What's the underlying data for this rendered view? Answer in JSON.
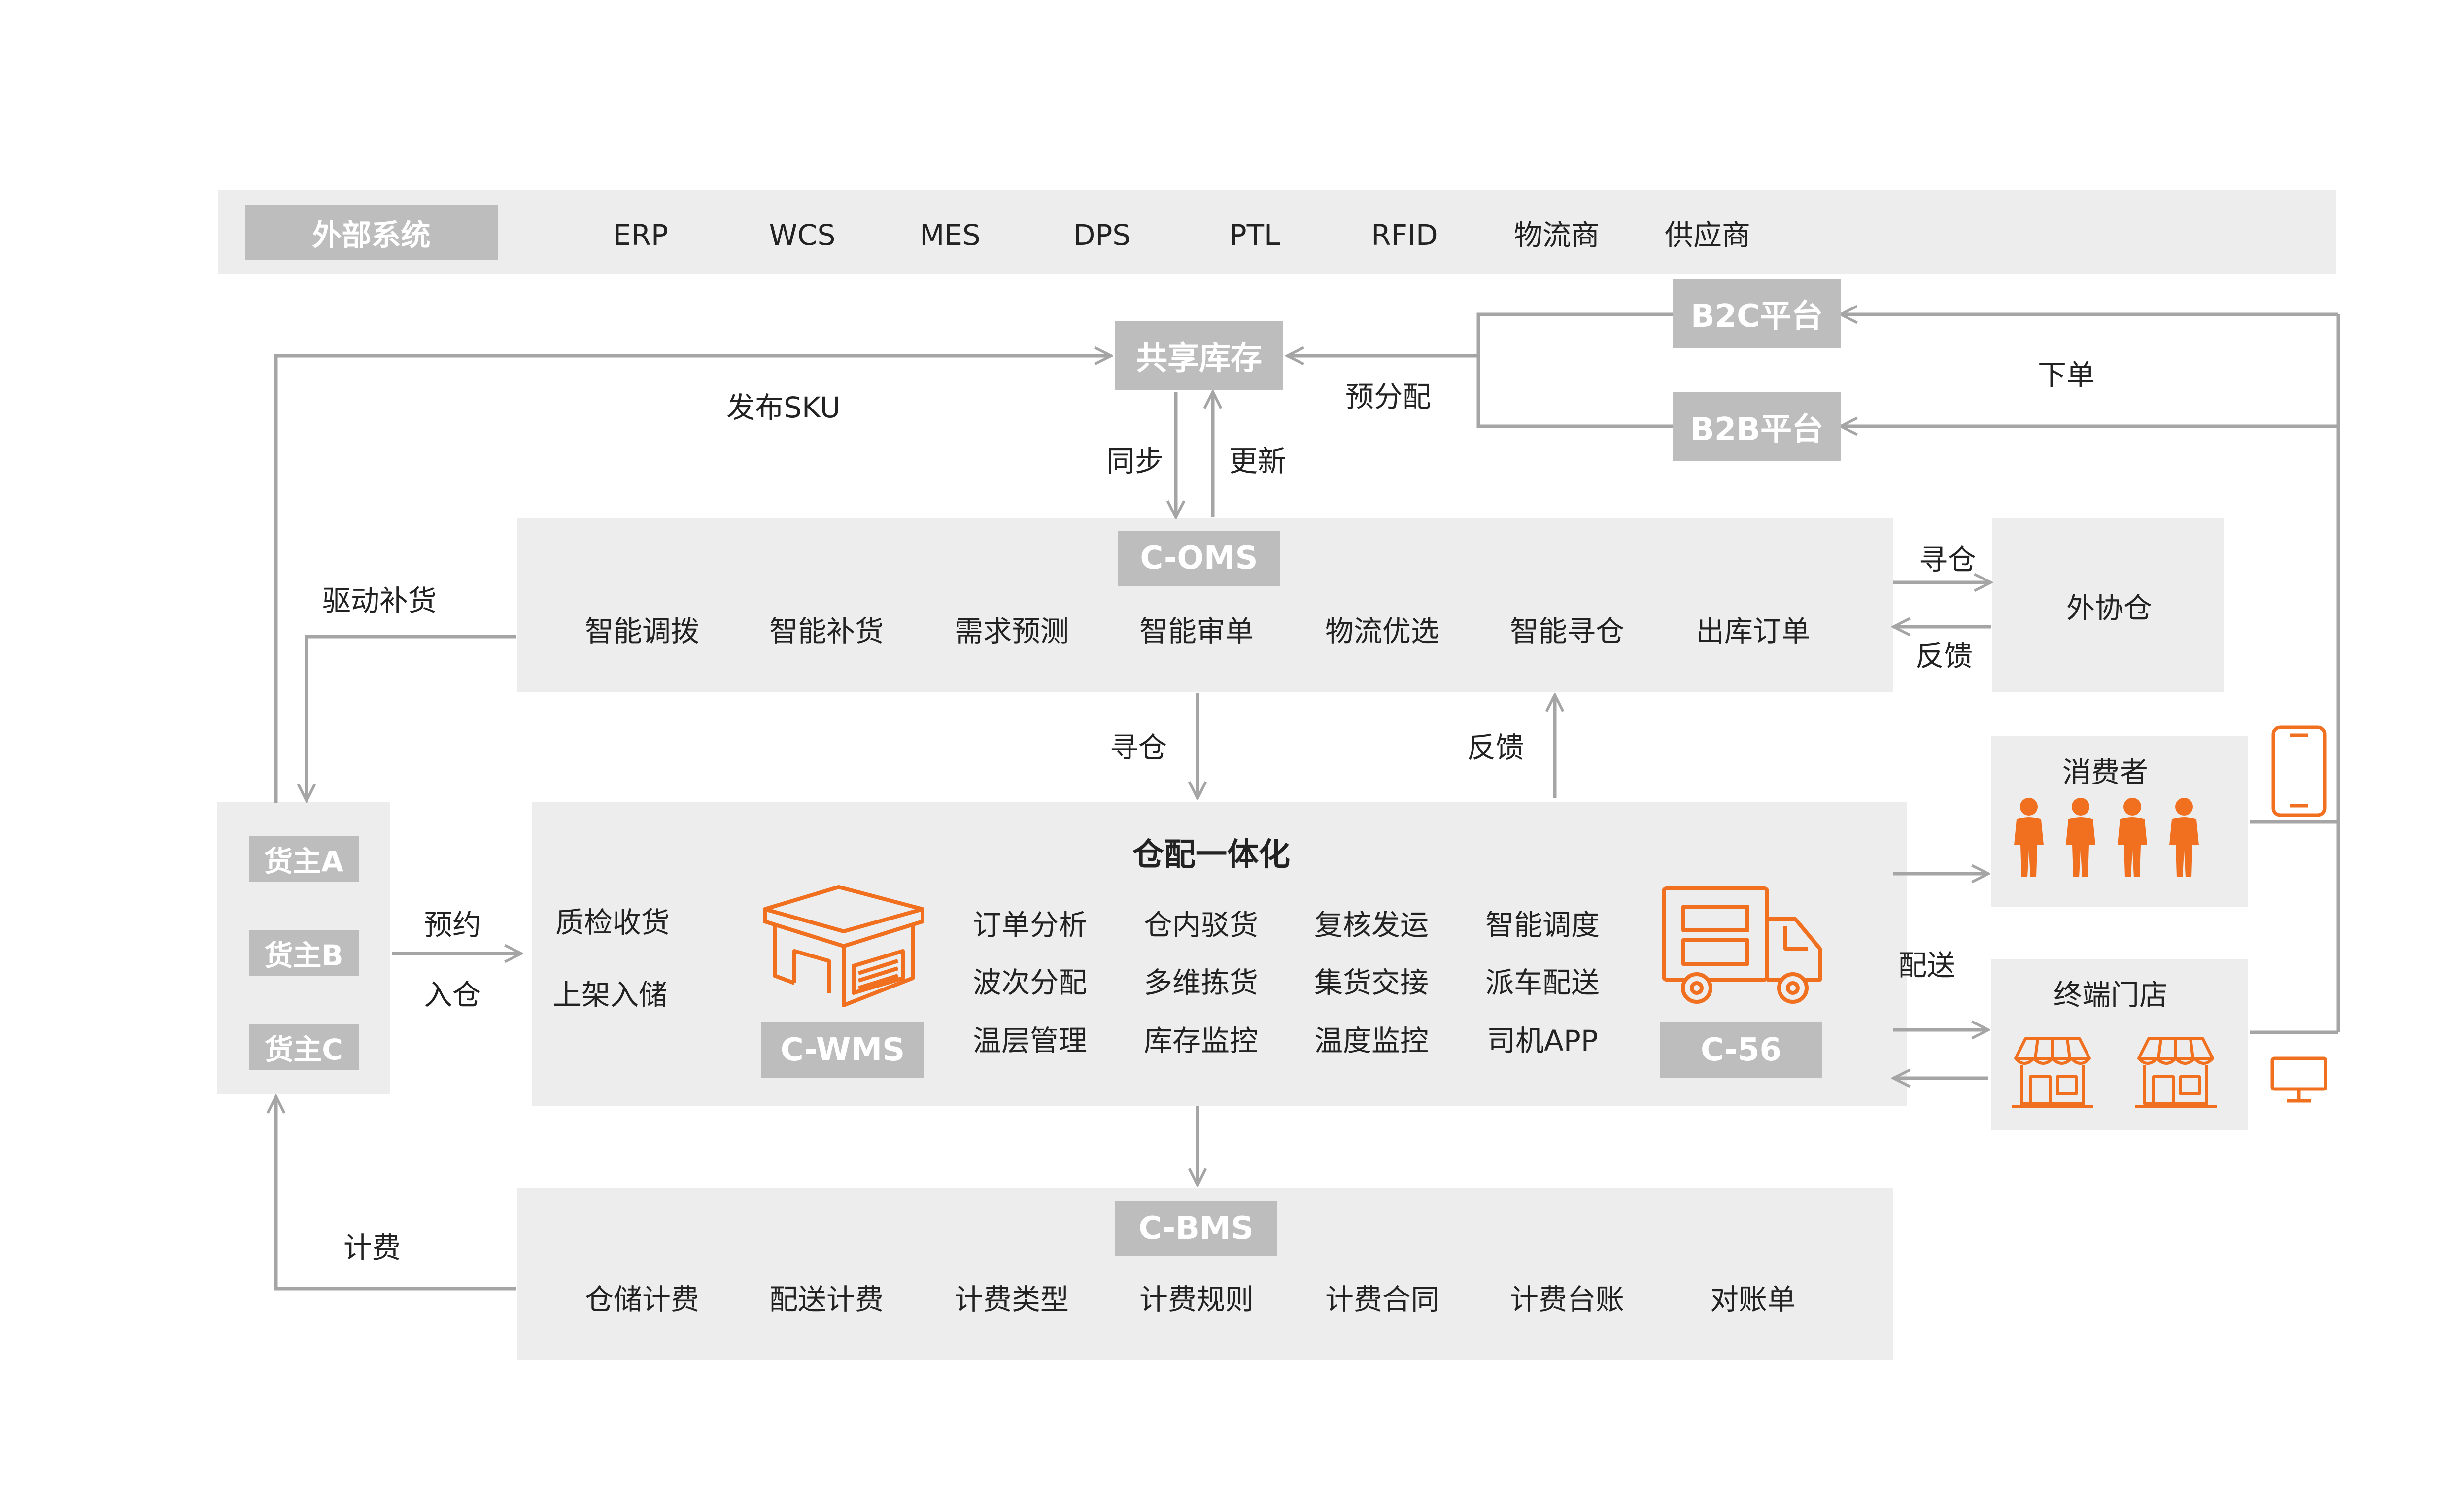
{
  "external": {
    "label": "外部系统",
    "items": [
      "ERP",
      "WCS",
      "MES",
      "DPS",
      "PTL",
      "RFID",
      "物流商",
      "供应商"
    ]
  },
  "shared_inventory": "共享库存",
  "platforms": {
    "b2c": "B2C平台",
    "b2b": "B2B平台"
  },
  "edges": {
    "publish_sku": "发布SKU",
    "pre_allocate": "预分配",
    "place_order": "下单",
    "sync": "同步",
    "update": "更新",
    "drive_replenish": "驱动补货",
    "find_wh_right": "寻仓",
    "feedback_right": "反馈",
    "find_wh_down": "寻仓",
    "feedback_up": "反馈",
    "reserve": "预约",
    "inbound": "入仓",
    "delivery": "配送",
    "billing": "计费"
  },
  "oms": {
    "tag": "C-OMS",
    "items": [
      "智能调拨",
      "智能补货",
      "需求预测",
      "智能审单",
      "物流优选",
      "智能寻仓",
      "出库订单"
    ]
  },
  "partner_warehouse": "外协仓",
  "owners": [
    "货主A",
    "货主B",
    "货主C"
  ],
  "integrated": {
    "title": "仓配一体化",
    "left_items": [
      "质检收货",
      "上架入储"
    ],
    "wms_tag": "C-WMS",
    "c56_tag": "C-56",
    "grid": [
      [
        "订单分析",
        "仓内驳货",
        "复核发运",
        "智能调度"
      ],
      [
        "波次分配",
        "多维拣货",
        "集货交接",
        "派车配送"
      ],
      [
        "温层管理",
        "库存监控",
        "温度监控",
        "司机APP"
      ]
    ]
  },
  "consumer": "消费者",
  "store": "终端门店",
  "bms": {
    "tag": "C-BMS",
    "items": [
      "仓储计费",
      "配送计费",
      "计费类型",
      "计费规则",
      "计费合同",
      "计费台账",
      "对账单"
    ]
  },
  "colors": {
    "accent": "#f07020",
    "box": "#ededed",
    "tag": "#bdbdbe",
    "line": "#a5a5a5"
  },
  "icons": [
    "warehouse-icon",
    "truck-icon",
    "person-icon",
    "store-icon",
    "phone-icon",
    "monitor-icon"
  ]
}
